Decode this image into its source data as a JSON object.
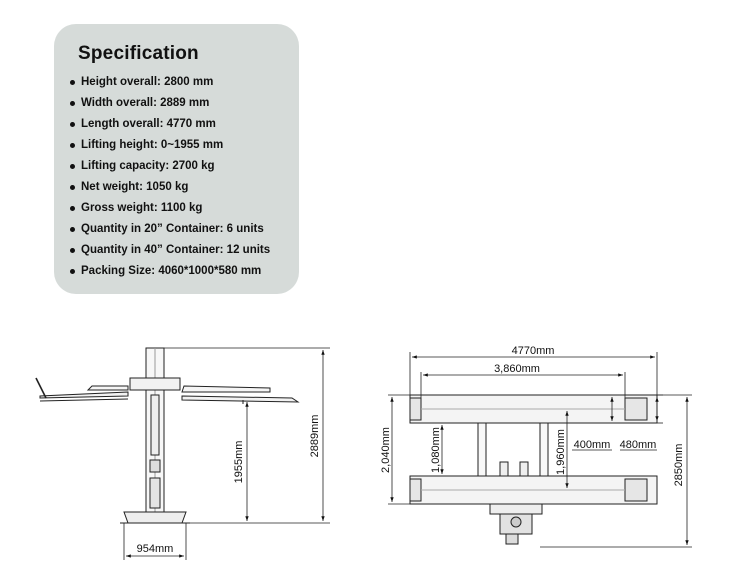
{
  "specification": {
    "title": "Specification",
    "items": [
      "Height overall: 2800 mm",
      "Width overall: 2889 mm",
      "Length overall: 4770 mm",
      "Lifting height: 0~1955 mm",
      "Lifting capacity: 2700 kg",
      "Net weight: 1050 kg",
      "Gross weight: 1100 kg",
      "Quantity in 20” Container: 6 units",
      "Quantity in 40” Container: 12 units",
      "Packing Size: 4060*1000*580 mm"
    ]
  },
  "side_view": {
    "height_label": "2889mm",
    "lift_label": "1955mm",
    "base_label": "954mm"
  },
  "top_view": {
    "length_label": "4770mm",
    "inner_length_label": "3,860mm",
    "width_label": "2,040mm",
    "inner_width_label": "1,080mm",
    "center_label": "1,960mm",
    "runway_label": "400mm",
    "outer_runway_label": "480mm",
    "overall_label": "2850mm"
  }
}
